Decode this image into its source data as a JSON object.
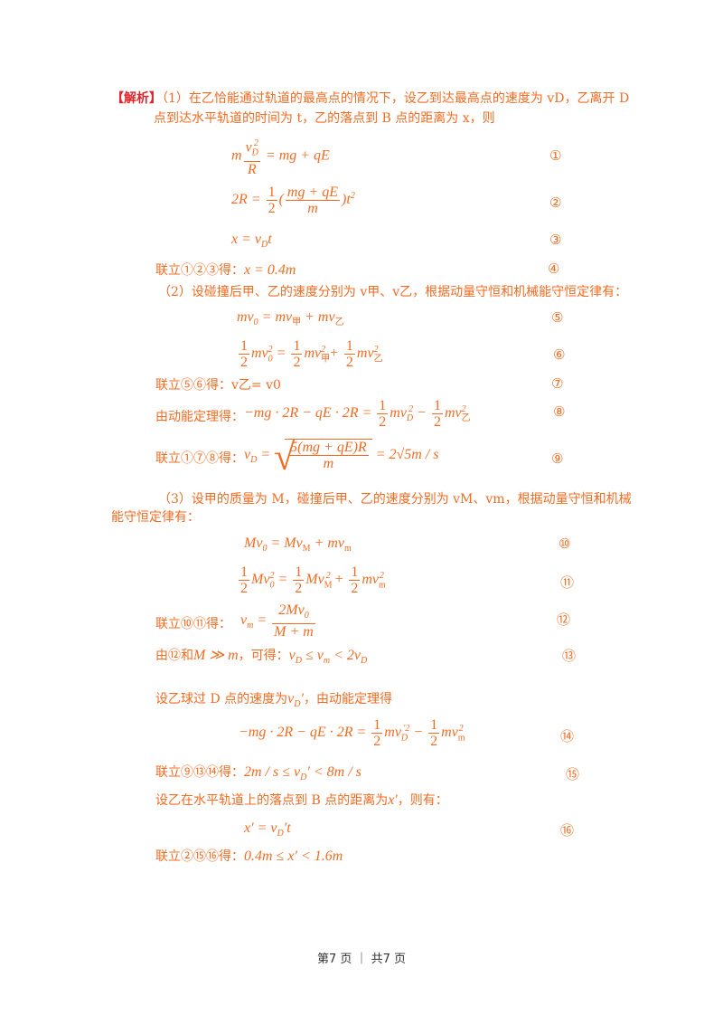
{
  "p1_tag": "【解析】",
  "p1_line1": "（1）在乙恰能通过轨道的最高点的情况下，设乙到达最高点的速度为 vD，乙离开 D",
  "p1_line2": "点到达水平轨道的时间为 t，乙的落点到 B 点的距离为 x，则",
  "lian123": "联立①②③得：",
  "p2_line": "（2）设碰撞后甲、乙的速度分别为 v甲、v乙，根据动量守恒和机械能守恒定律有：",
  "lian56": "联立⑤⑥得：",
  "lian56_res": "v乙= v0",
  "dongneng": "由动能定理得：",
  "lian178": "联立①⑦⑧得：",
  "p3_line1": "（3）设甲的质量为 M，碰撞后甲、乙的速度分别为 vM、vm，根据动量守恒和机械",
  "p3_line2": "能守恒定律有：",
  "lian1011": "联立⑩⑪得：",
  "you12": "由⑫和",
  "kede": "，可得：",
  "shezhi_d": "设乙球过 D 点的速度为",
  "youdongneng": "，由动能定理得",
  "lian91314": "联立⑨⑬⑭得：",
  "shezhi_x": "设乙在水平轨道上的落点到 B 点的距离为",
  "zeyou": "，则有：",
  "lian21516": "联立②⑮⑯得：",
  "markers": [
    "①",
    "②",
    "③",
    "④",
    "⑤",
    "⑥",
    "⑦",
    "⑧",
    "⑨",
    "⑩",
    "⑪",
    "⑫",
    "⑬",
    "⑭",
    "⑮",
    "⑯"
  ],
  "footer": "第7 页 ｜ 共7 页"
}
